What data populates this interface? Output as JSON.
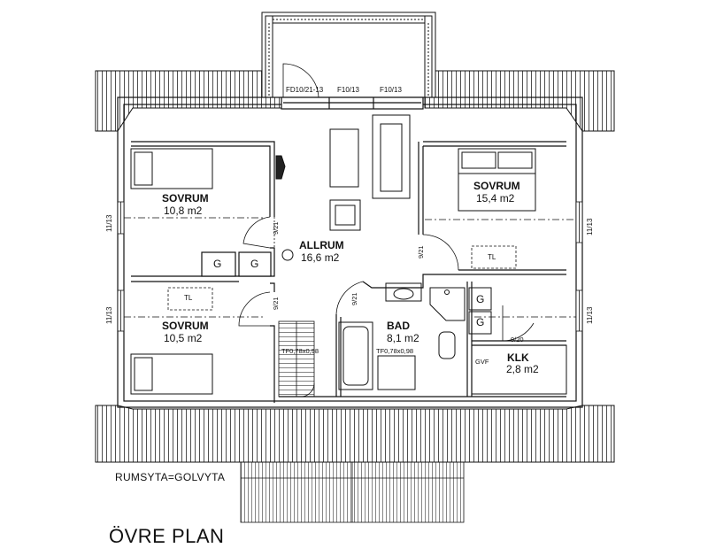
{
  "plan": {
    "title": "ÖVRE PLAN",
    "note": "RUMSYTA=GOLVYTA"
  },
  "rooms": [
    {
      "name": "SOVRUM",
      "area": "10,8 m2"
    },
    {
      "name": "SOVRUM",
      "area": "15,4 m2"
    },
    {
      "name": "ALLRUM",
      "area": "16,6 m2"
    },
    {
      "name": "SOVRUM",
      "area": "10,5 m2"
    },
    {
      "name": "BAD",
      "area": "8,1 m2"
    },
    {
      "name": "KLK",
      "area": "2,8 m2"
    }
  ],
  "windows": {
    "balcony_door": "FD10/21-13",
    "top_mid": "F10/13",
    "top_right": "F10/13",
    "left_upper": "11/13",
    "left_lower": "11/13",
    "right_upper": "11/13",
    "right_lower": "11/13"
  },
  "doors": {
    "sovrum1": "9/21",
    "sovrum2": "9/21",
    "sovrum3": "9/21",
    "bad": "9/21",
    "klk": "9/20"
  },
  "fixtures": {
    "tl_left": "TL",
    "tl_right": "TL",
    "g1": "G",
    "g2": "G",
    "g3": "G",
    "g4": "G",
    "roof_window_stair": "TF0,78x0,98",
    "roof_window_bad": "TF0,78x0,98",
    "gvf": "GVF"
  }
}
